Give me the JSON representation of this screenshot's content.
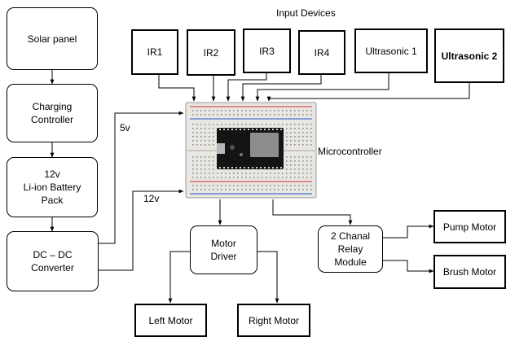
{
  "header": {
    "input_devices": "Input Devices"
  },
  "power_chain": {
    "solar_panel": "Solar panel",
    "charging_controller": "Charging\nController",
    "battery_pack": "12v\nLi-ion Battery\nPack",
    "dc_dc_converter": "DC – DC\nConverter"
  },
  "voltages": {
    "five_volt": "5v",
    "twelve_volt": "12v"
  },
  "inputs": {
    "ir1": "IR1",
    "ir2": "IR2",
    "ir3": "IR3",
    "ir4": "IR4",
    "ultrasonic1": "Ultrasonic 1",
    "ultrasonic2": "Ultrasonic 2"
  },
  "microcontroller": {
    "label": "Microcontroller"
  },
  "motor_driver": {
    "label": "Motor\nDriver"
  },
  "relay": {
    "label": "2 Chanal\nRelay\nModule"
  },
  "outputs": {
    "left_motor": "Left Motor",
    "right_motor": "Right Motor",
    "pump_motor": "Pump Motor",
    "brush_motor": "Brush Motor"
  },
  "colors": {
    "breadboard_fill": "#e9e7e2",
    "breadboard_rail_red": "#d9534f",
    "breadboard_rail_blue": "#4a6fd1",
    "board_fill": "#141414",
    "module_fill": "#8c8c8c"
  }
}
